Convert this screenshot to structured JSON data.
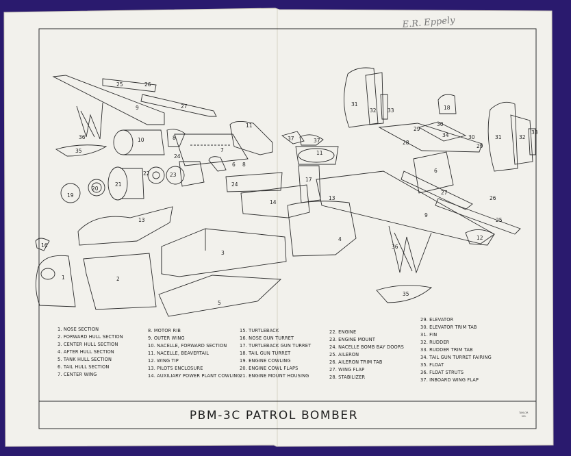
{
  "signature": "E.R. Eppely",
  "title": "PBM-3C   PATROL BOMBER",
  "stamp": [
    "TAYLOR",
    "NO."
  ],
  "colors": {
    "paper": "#f2f1ec",
    "ink": "#2b2b2b",
    "background": "#2a1a6e"
  },
  "legend": {
    "col1": [
      "1. NOSE SECTION",
      "2. FORWARD HULL SECTION",
      "3. CENTER HULL SECTION",
      "4. AFTER HULL SECTION",
      "5. TANK HULL SECTION",
      "6. TAIL HULL SECTION",
      "7. CENTER WING"
    ],
    "col2": [
      "8. MOTOR RIB",
      "9. OUTER WING",
      "10. NACELLE, FORWARD SECTION",
      "11. NACELLE, BEAVERTAIL",
      "12. WING TIP",
      "13. PILOTS ENCLOSURE",
      "14. AUXILIARY POWER PLANT COWLING"
    ],
    "col3": [
      "15. TURTLEBACK",
      "16. NOSE GUN TURRET",
      "17. TURTLEBACK GUN TURRET",
      "18. TAIL GUN TURRET",
      "19. ENGINE COWLING",
      "20. ENGINE COWL FLAPS",
      "21. ENGINE MOUNT HOUSING"
    ],
    "col4": [
      "22. ENGINE",
      "23. ENGINE MOUNT",
      "24. NACELLE BOMB BAY DOORS",
      "25. AILERON",
      "26. AILERON TRIM TAB",
      "27. WING FLAP",
      "28. STABILIZER"
    ],
    "col5": [
      "29. ELEVATOR",
      "30. ELEVATOR TRIM TAB",
      "31. FIN",
      "32. RUDDER",
      "33. RUDDER  TRIM  TAB",
      "34. TAIL GUN TURRET FAIRING",
      "35. FLOAT",
      "36. FLOAT STRUTS",
      "37. INBOARD  WING FLAP"
    ]
  },
  "callouts": {
    "c1": "1",
    "c2": "2",
    "c3": "3",
    "c4": "4",
    "c5": "5",
    "c6a": "6",
    "c6b": "6",
    "c7": "7",
    "c8a": "8",
    "c8b": "8",
    "c9a": "9",
    "c9b": "9",
    "c10": "10",
    "c11a": "11",
    "c11b": "11",
    "c12": "12",
    "c13a": "13",
    "c13b": "13",
    "c14": "14",
    "c16": "16",
    "c17": "17",
    "c18": "18",
    "c19": "19",
    "c20": "20",
    "c21": "21",
    "c22": "22",
    "c23": "23",
    "c24a": "24",
    "c24b": "24",
    "c25a": "25",
    "c25b": "25",
    "c26a": "26",
    "c26b": "26",
    "c27a": "27",
    "c27b": "27",
    "c28": "28",
    "c29a": "29",
    "c29b": "29",
    "c30a": "30",
    "c30b": "30",
    "c31a": "31",
    "c31b": "31",
    "c32a": "32",
    "c32b": "32",
    "c33a": "33",
    "c33b": "33",
    "c34": "34",
    "c35a": "35",
    "c35b": "35",
    "c36a": "36",
    "c36b": "36",
    "c37a": "37",
    "c37b": "37"
  }
}
